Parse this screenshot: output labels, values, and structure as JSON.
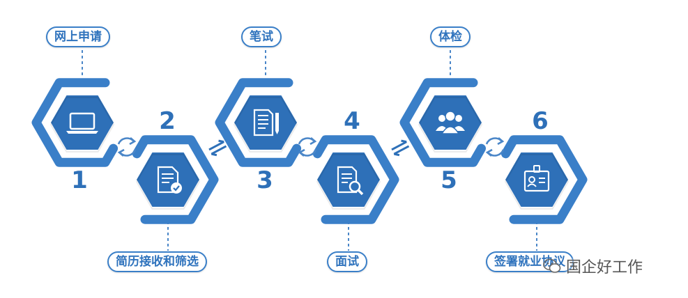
{
  "steps": [
    {
      "number": "1",
      "label": "网上申请",
      "icon": "laptop-icon"
    },
    {
      "number": "2",
      "label": "简历接收和筛选",
      "icon": "resume-check-icon"
    },
    {
      "number": "3",
      "label": "笔试",
      "icon": "document-pen-icon"
    },
    {
      "number": "4",
      "label": "面试",
      "icon": "document-search-icon"
    },
    {
      "number": "5",
      "label": "体检",
      "icon": "people-icon"
    },
    {
      "number": "6",
      "label": "签署就业协议",
      "icon": "id-badge-icon"
    }
  ],
  "watermark": {
    "text": "国企好工作",
    "icon": "wechat-icon"
  },
  "colors": {
    "primary": "#2e70b8",
    "frame": "#3a7fc8",
    "dark": "#2b66ab",
    "dashed": "#4a86c8"
  }
}
